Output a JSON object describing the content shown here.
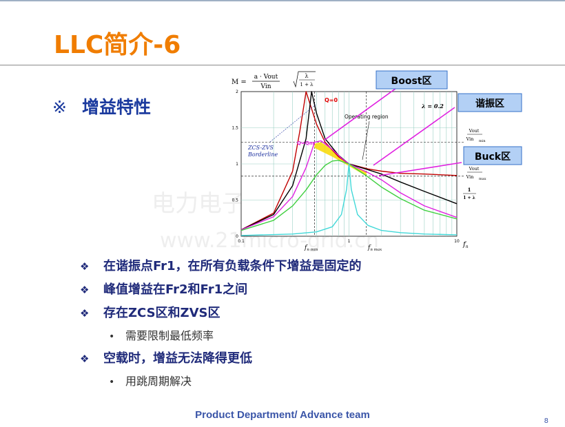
{
  "slide": {
    "title": "LLC简介-6",
    "section_mark": "※",
    "section_title": "增益特性",
    "footer": "Product Department/ Advance team",
    "page_number": "8",
    "watermark_cn": "电力电子技术网论坛",
    "watermark_url": "www.21micro-grid.cn"
  },
  "bullets": [
    {
      "level": 1,
      "text": "在谐振点Fr1，在所有负载条件下增益是固定的"
    },
    {
      "level": 1,
      "text": "峰值增益在Fr2和Fr1之间"
    },
    {
      "level": 1,
      "text": "存在ZCS区和ZVS区"
    },
    {
      "level": 2,
      "text": "需要限制最低频率"
    },
    {
      "level": 1,
      "text": "空载时，增益无法降得更低"
    },
    {
      "level": 2,
      "text": "用跳周期解决"
    }
  ],
  "figure": {
    "formula_lhs": "M =",
    "formula_num": "a · Vout",
    "formula_den": "Vin",
    "sqrt_num": "λ",
    "sqrt_den": "1 + λ",
    "lambda_label": "λ = 0.2",
    "q0_label": "Q=0",
    "qm_label": "Q=Qm",
    "operating_region": "Operating region",
    "zcs_zvs_line1": "ZCS-ZVS",
    "zcs_zvs_line2": "Borderline",
    "callout_boost": "Boost区",
    "callout_resonant": "谐振区",
    "callout_buck": "Buck区",
    "vmin_num": "Vout",
    "vmin_den": "Vin",
    "vmin_sub": "min",
    "vmax_num": "Vout",
    "vmax_den": "Vin",
    "vmax_sub": "max",
    "frac_num": "1",
    "frac_den": "1 + λ",
    "fn_label": "f",
    "fn_sub": "n",
    "fnmin_sub": "n min",
    "fnmax_sub": "n max",
    "colors": {
      "callout_fill": "#b3d0f5",
      "callout_border": "#3470c8",
      "pointer": "#e020e0",
      "highlight": "#f8d800"
    }
  },
  "chart_data": {
    "type": "line",
    "title": "",
    "xlabel": "fn",
    "ylabel": "M",
    "xscale": "log",
    "xlim": [
      0.1,
      10
    ],
    "ylim": [
      0,
      2
    ],
    "x_ticks": [
      "0.1",
      "1",
      "10"
    ],
    "y_ticks": [
      "0",
      "0.5",
      "1",
      "1.5",
      "2"
    ],
    "series": [
      {
        "color": "#c00000",
        "x": [
          0.1,
          0.2,
          0.3,
          0.35,
          0.4,
          0.5,
          0.6,
          0.8,
          1.0,
          1.5,
          2,
          3,
          5,
          10
        ],
        "y": [
          0.09,
          0.32,
          0.9,
          1.45,
          2.0,
          1.55,
          1.3,
          1.1,
          1.0,
          0.93,
          0.9,
          0.87,
          0.86,
          0.84
        ]
      },
      {
        "color": "#000000",
        "x": [
          0.1,
          0.2,
          0.3,
          0.4,
          0.45,
          0.5,
          0.6,
          0.8,
          1.0,
          1.5,
          2,
          3,
          5,
          10
        ],
        "y": [
          0.09,
          0.3,
          0.7,
          1.35,
          2.0,
          1.7,
          1.35,
          1.12,
          1.0,
          0.92,
          0.86,
          0.75,
          0.62,
          0.45
        ]
      },
      {
        "color": "#e020e0",
        "x": [
          0.1,
          0.2,
          0.3,
          0.4,
          0.48,
          0.55,
          0.7,
          0.85,
          1.0,
          1.5,
          2,
          3,
          5,
          10
        ],
        "y": [
          0.09,
          0.27,
          0.55,
          0.95,
          1.3,
          1.32,
          1.2,
          1.08,
          1.0,
          0.88,
          0.78,
          0.6,
          0.42,
          0.26
        ]
      },
      {
        "color": "#3fcf3f",
        "x": [
          0.1,
          0.2,
          0.3,
          0.4,
          0.5,
          0.6,
          0.7,
          0.8,
          1.0,
          1.5,
          2,
          3,
          5,
          10
        ],
        "y": [
          0.08,
          0.22,
          0.42,
          0.64,
          0.85,
          0.98,
          1.04,
          1.05,
          1.0,
          0.82,
          0.68,
          0.52,
          0.36,
          0.24
        ]
      },
      {
        "color": "#40d8d8",
        "x": [
          0.1,
          0.3,
          0.5,
          0.7,
          0.85,
          0.95,
          1.0,
          1.05,
          1.2,
          1.5,
          2,
          3,
          5,
          10
        ],
        "y": [
          0.01,
          0.03,
          0.06,
          0.13,
          0.3,
          0.65,
          1.0,
          0.65,
          0.3,
          0.15,
          0.08,
          0.05,
          0.03,
          0.02
        ]
      }
    ]
  }
}
